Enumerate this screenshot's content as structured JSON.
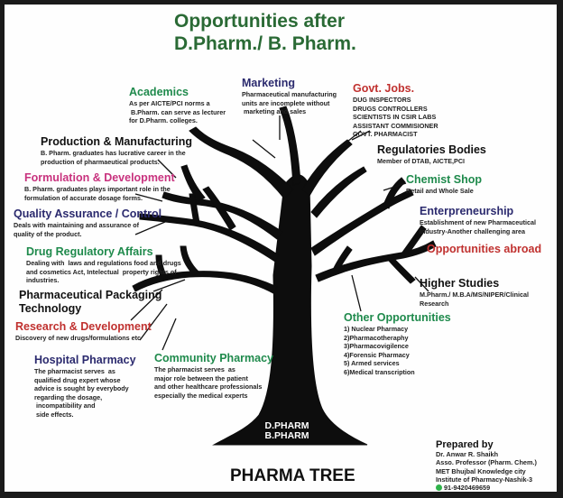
{
  "title": {
    "line1": "Opportunities after",
    "line2": "D.Pharm./ B. Pharm."
  },
  "colors": {
    "title_green": "#2a6a35",
    "heading_green": "#1f8a4c",
    "heading_navy": "#2b2a6e",
    "heading_red": "#c0312f",
    "heading_magenta": "#c8327e",
    "tree": "#0d0d0d"
  },
  "branches": {
    "academics": {
      "heading": "Academics",
      "lines": [
        "As per AICTE/PCI norms a",
        " B.Pharm. can serve as lecturer",
        "for D.Pharm. colleges."
      ]
    },
    "marketing": {
      "heading": "Marketing",
      "lines": [
        "Pharmaceutical manufacturing",
        "units are incomplete without",
        " marketing and sales"
      ]
    },
    "govt_jobs": {
      "heading": "Govt. Jobs.",
      "lines": [
        "DUG INSPECTORS",
        "DRUGS CONTROLLERS",
        "SCIENTISTS IN CSIR LABS",
        "ASSISTANT COMMISIONER",
        "GOVT. PHARMACIST"
      ]
    },
    "production": {
      "heading": "Production & Manufacturing",
      "lines": [
        "B. Pharm. graduates has lucrative career in the",
        "production of pharmaeutical products."
      ]
    },
    "regulatory_bodies": {
      "heading": "Regulatories Bodies",
      "lines": [
        "Member of DTAB, AICTE,PCI"
      ]
    },
    "formulation": {
      "heading": "Formulation & Development",
      "lines": [
        "B. Pharm. graduates plays important role in the",
        "formulation of accurate dosage forms."
      ]
    },
    "chemist_shop": {
      "heading": "Chemist Shop",
      "lines": [
        "Retail and Whole Sale"
      ]
    },
    "quality": {
      "heading": "Quality Assurance / Control",
      "lines": [
        "Deals with maintaining and assurance of",
        "quality of the product."
      ]
    },
    "entrepreneurship": {
      "heading": "Enterpreneurship",
      "lines": [
        "Establishment of new Pharmaceutical",
        "industry-Another challenging area"
      ]
    },
    "drug_regulatory": {
      "heading": "Drug Regulatory Affairs",
      "lines": [
        "Dealing with  laws and regulations food and drugs",
        "and cosmetics Act, Intelectual  property rights of",
        "industries."
      ]
    },
    "abroad": {
      "heading": "Opportunities abroad",
      "lines": []
    },
    "higher_studies": {
      "heading": "Higher Studies",
      "lines": [
        "M.Pharm./ M.B.A/MS/NIPER/Clinical",
        "Research"
      ]
    },
    "packaging": {
      "heading_line1": "Pharmaceutical Packaging",
      "heading_line2": "Technology",
      "lines": []
    },
    "other": {
      "heading": "Other Opportunities",
      "lines": [
        "1) Nuclear Pharmacy",
        "2)Pharmacotheraphy",
        "3)Pharmacovigilence",
        "4)Forensic Pharmacy",
        "5) Armed services",
        "6)Medical transcription"
      ]
    },
    "research": {
      "heading": "Research & Development",
      "lines": [
        "Discovery of new drugs/formulations etc"
      ]
    },
    "hospital": {
      "heading": "Hospital Pharmacy",
      "lines": [
        "The pharmacist serves  as",
        "qualified drug expert whose",
        "advice is sought by everybody",
        "regarding the dosage,",
        " incompatibility and",
        " side effects."
      ]
    },
    "community": {
      "heading": "Community Pharmacy",
      "lines": [
        "The pharmacist serves  as",
        "major role between the patient",
        "and other healthcare professionals",
        "especially the medical experts"
      ]
    }
  },
  "trunk": {
    "line1": "D.PHARM",
    "line2": "B.PHARM"
  },
  "footer": {
    "title": "PHARMA TREE",
    "prepared_by": "Prepared by",
    "author_lines": [
      "Dr. Anwar R. Shaikh",
      "Asso. Professor (Pharm. Chem.)",
      "MET Bhujbal Knowledge city",
      "Institute of Pharmacy-Nashik-3"
    ],
    "phone_icon": "whatsapp-icon",
    "phone": "91-9420469659"
  }
}
